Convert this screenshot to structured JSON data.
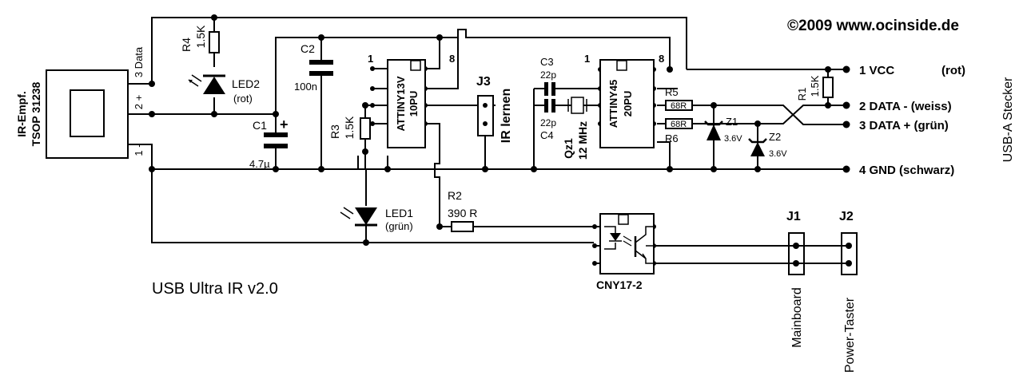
{
  "copyright": "©2009 www.ocinside.de",
  "title": "USB Ultra IR v2.0",
  "ir_receiver": {
    "label_line1": "IR-Empf.",
    "label_line2": "TSOP 31238",
    "pin3": "3 Data",
    "pin2": "2 +",
    "pin1": "1 -"
  },
  "components": {
    "r4_name": "R4",
    "r4_value": "1.5K",
    "led2_name": "LED2",
    "led2_color": "(rot)",
    "c2_name": "C2",
    "c2_value": "100n",
    "c1_name": "C1",
    "c1_value": "4.7µ",
    "c1_plus": "+",
    "r3_name": "R3",
    "r3_value": "1.5K",
    "led1_name": "LED1",
    "led1_color": "(grün)",
    "r2_name": "R2",
    "r2_value": "390 R",
    "j3_name": "J3",
    "j3_label": "IR lernen",
    "c3_name": "C3",
    "c3_value": "22p",
    "c4_name": "C4",
    "c4_value": "22p",
    "qz1_name": "Qz1",
    "qz1_value": "12 MHz",
    "r5_name": "R5",
    "r5_value": "68R",
    "r6_name": "R6",
    "r6_value": "68R",
    "r1_name": "R1",
    "r1_value": "1.5K",
    "z1_name": "Z1",
    "z1_value": "3.6V",
    "z2_name": "Z2",
    "z2_value": "3.6V",
    "optocoupler": "CNY17-2",
    "j1_name": "J1",
    "j1_label": "Mainboard",
    "j2_name": "J2",
    "j2_label": "Power-Taster"
  },
  "ic1": {
    "line1": "ATTINY13V",
    "line2": "10PU",
    "pin1": "1",
    "pin8": "8"
  },
  "ic2": {
    "line1": "ATTINY45",
    "line2": "20PU",
    "pin1": "1",
    "pin8": "8"
  },
  "usb": {
    "label": "USB-A Stecker",
    "pin1": "1 VCC",
    "pin1_color": "(rot)",
    "pin2": "2 DATA - (weiss)",
    "pin3": "3 DATA +  (grün)",
    "pin4": "4 GND (schwarz)"
  }
}
